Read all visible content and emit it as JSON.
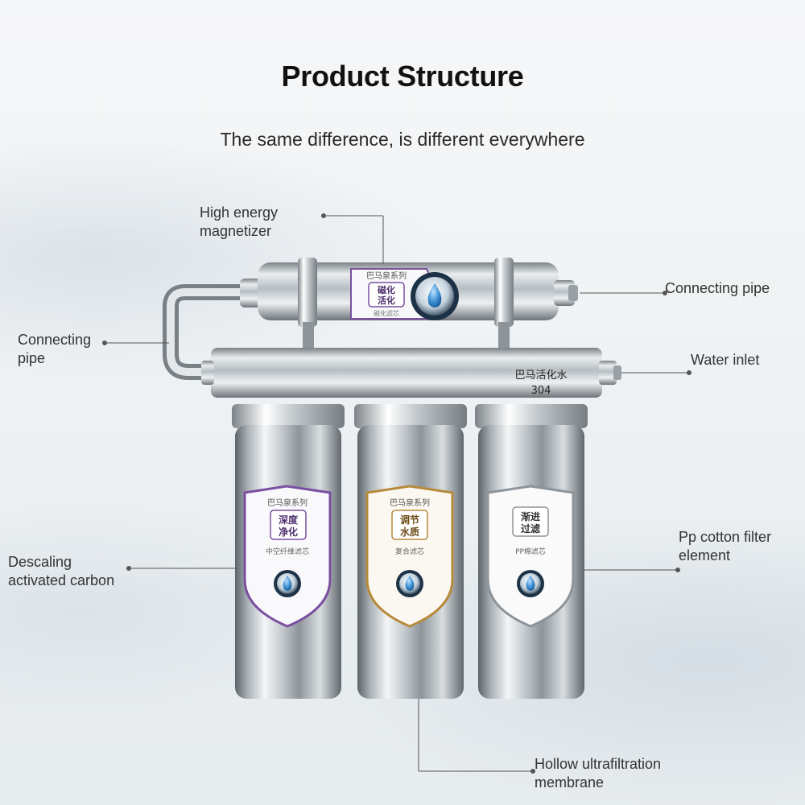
{
  "header": {
    "title": "Product Structure",
    "subtitle": "The same difference, is different everywhere"
  },
  "labels": {
    "magnetizer_line1": "High energy",
    "magnetizer_line2": "magnetizer",
    "connecting_pipe_right": "Connecting pipe",
    "connecting_pipe_left_line1": "Connecting",
    "connecting_pipe_left_line2": "pipe",
    "water_inlet": "Water inlet",
    "pp_cotton_line1": "Pp cotton filter",
    "pp_cotton_line2": "element",
    "descaling_line1": "Descaling",
    "descaling_line2": "activated carbon",
    "hollow_line1": "Hollow ultrafiltration",
    "hollow_line2": "membrane"
  },
  "product_text": {
    "header_brand": "巴马活化水",
    "header_grade": "304",
    "magnetizer_series": "巴马泉系列",
    "magnetizer_badge_line1": "磁化",
    "magnetizer_badge_line2": "活化",
    "magnetizer_sub": "磁化滤芯",
    "filter1_series": "巴马泉系列",
    "filter1_badge_line1": "深度",
    "filter1_badge_line2": "净化",
    "filter1_sub": "中空纤维滤芯",
    "filter2_series": "巴马泉系列",
    "filter2_badge_line1": "调节",
    "filter2_badge_line2": "水质",
    "filter2_sub": "复合滤芯",
    "filter3_badge_line1": "渐进",
    "filter3_badge_line2": "过滤",
    "filter3_sub": "PP棉滤芯"
  },
  "colors": {
    "steel_light": "#f4f6f7",
    "steel_mid": "#b9c0c5",
    "steel_dark": "#6f767b",
    "accent_purple": "#7a4fa0",
    "accent_gold": "#b58a3a",
    "accent_silver": "#8d949a",
    "drop_blue": "#2e7fc4"
  }
}
